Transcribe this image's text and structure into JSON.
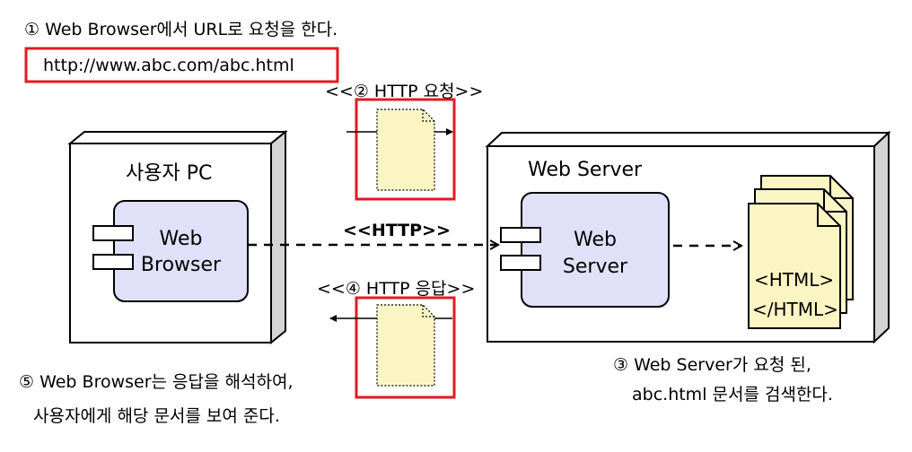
{
  "colors": {
    "highlight_red": "#e11b22",
    "document_fill": "#fbf5c4",
    "component_fill": "#e0e0f8",
    "node_shade": "#d4d4d4"
  },
  "step1": {
    "text": "① Web Browser에서 URL로 요청을 한다.",
    "url": "http://www.abc.com/abc.html"
  },
  "step2": {
    "label": "<<② HTTP 요청>>"
  },
  "client_node": {
    "title": "사용자 PC",
    "component_line1": "Web",
    "component_line2": "Browser"
  },
  "server_node": {
    "title": "Web Server",
    "component_line1": "Web",
    "component_line2": "Server"
  },
  "http_link": {
    "label": "<<HTTP>>"
  },
  "documents": {
    "line1": "<HTML>",
    "line2": "</HTML>"
  },
  "step3": {
    "line1": "③ Web Server가 요청 된,",
    "line2": "abc.html 문서를 검색한다."
  },
  "step4": {
    "label": "<<④ HTTP 응답>>"
  },
  "step5": {
    "line1": "⑤ Web Browser는 응답을 해석하여,",
    "line2": "사용자에게 해당 문서를 보여 준다."
  }
}
